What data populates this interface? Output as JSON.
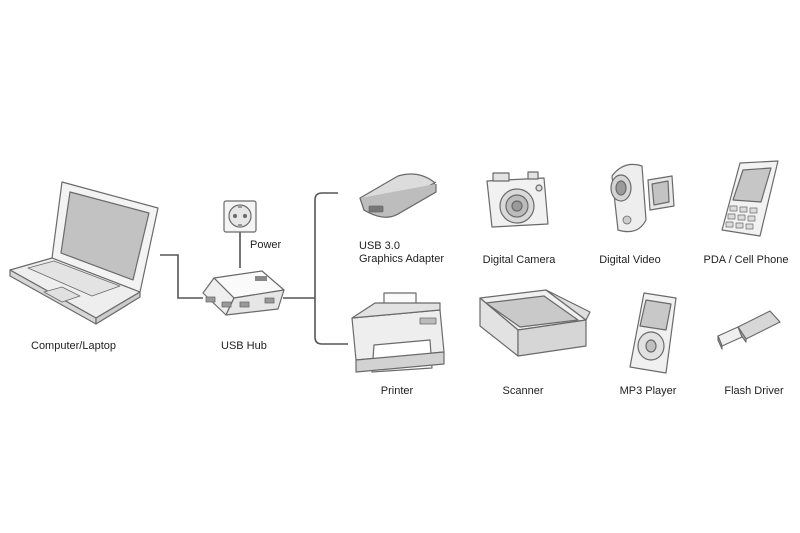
{
  "labels": {
    "computer": "Computer/Laptop",
    "hub": "USB Hub",
    "power": "Power",
    "graphics_line1": "USB 3.0",
    "graphics_line2": "Graphics Adapter",
    "camera": "Digital Camera",
    "video": "Digital Video",
    "pda": "PDA / Cell Phone",
    "printer": "Printer",
    "scanner": "Scanner",
    "mp3": "MP3 Player",
    "flash": "Flash Driver"
  },
  "icons": {
    "computer": "laptop-icon",
    "hub": "usb-hub-icon",
    "power": "power-outlet-icon",
    "graphics": "graphics-adapter-icon",
    "camera": "digital-camera-icon",
    "video": "camcorder-icon",
    "pda": "cell-phone-icon",
    "printer": "printer-icon",
    "scanner": "scanner-icon",
    "mp3": "mp3-player-icon",
    "flash": "flash-drive-icon"
  },
  "colors": {
    "line": "#555555",
    "outline": "#6a6a6a",
    "fill_light": "#f2f2f2",
    "fill_mid": "#cfcfcf",
    "screen": "#bdbdbd"
  }
}
